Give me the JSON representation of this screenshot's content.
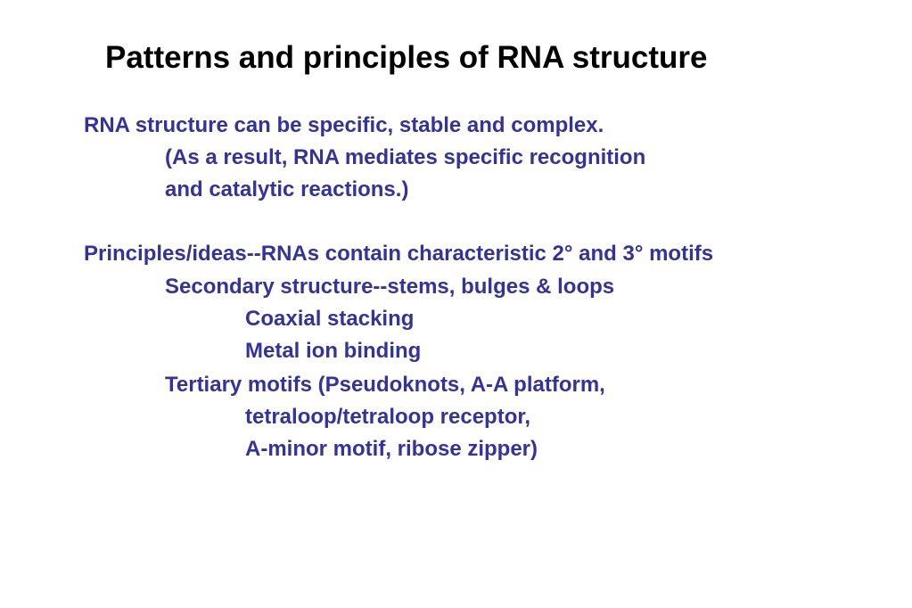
{
  "slide": {
    "title": "Patterns and principles of RNA structure",
    "lines": [
      "RNA structure can be specific, stable and complex.",
      "(As a result, RNA mediates specific recognition",
      "and catalytic reactions.)",
      "Principles/ideas--RNAs contain characteristic 2° and 3° motifs",
      "Secondary structure--stems, bulges & loops",
      "Coaxial stacking",
      "Metal ion binding",
      "Tertiary motifs (Pseudoknots, A-A platform,",
      "tetraloop/tetraloop receptor,",
      "A-minor motif, ribose zipper)"
    ]
  },
  "colors": {
    "title": "#000000",
    "body_text": "#333399",
    "background": "#ffffff"
  }
}
